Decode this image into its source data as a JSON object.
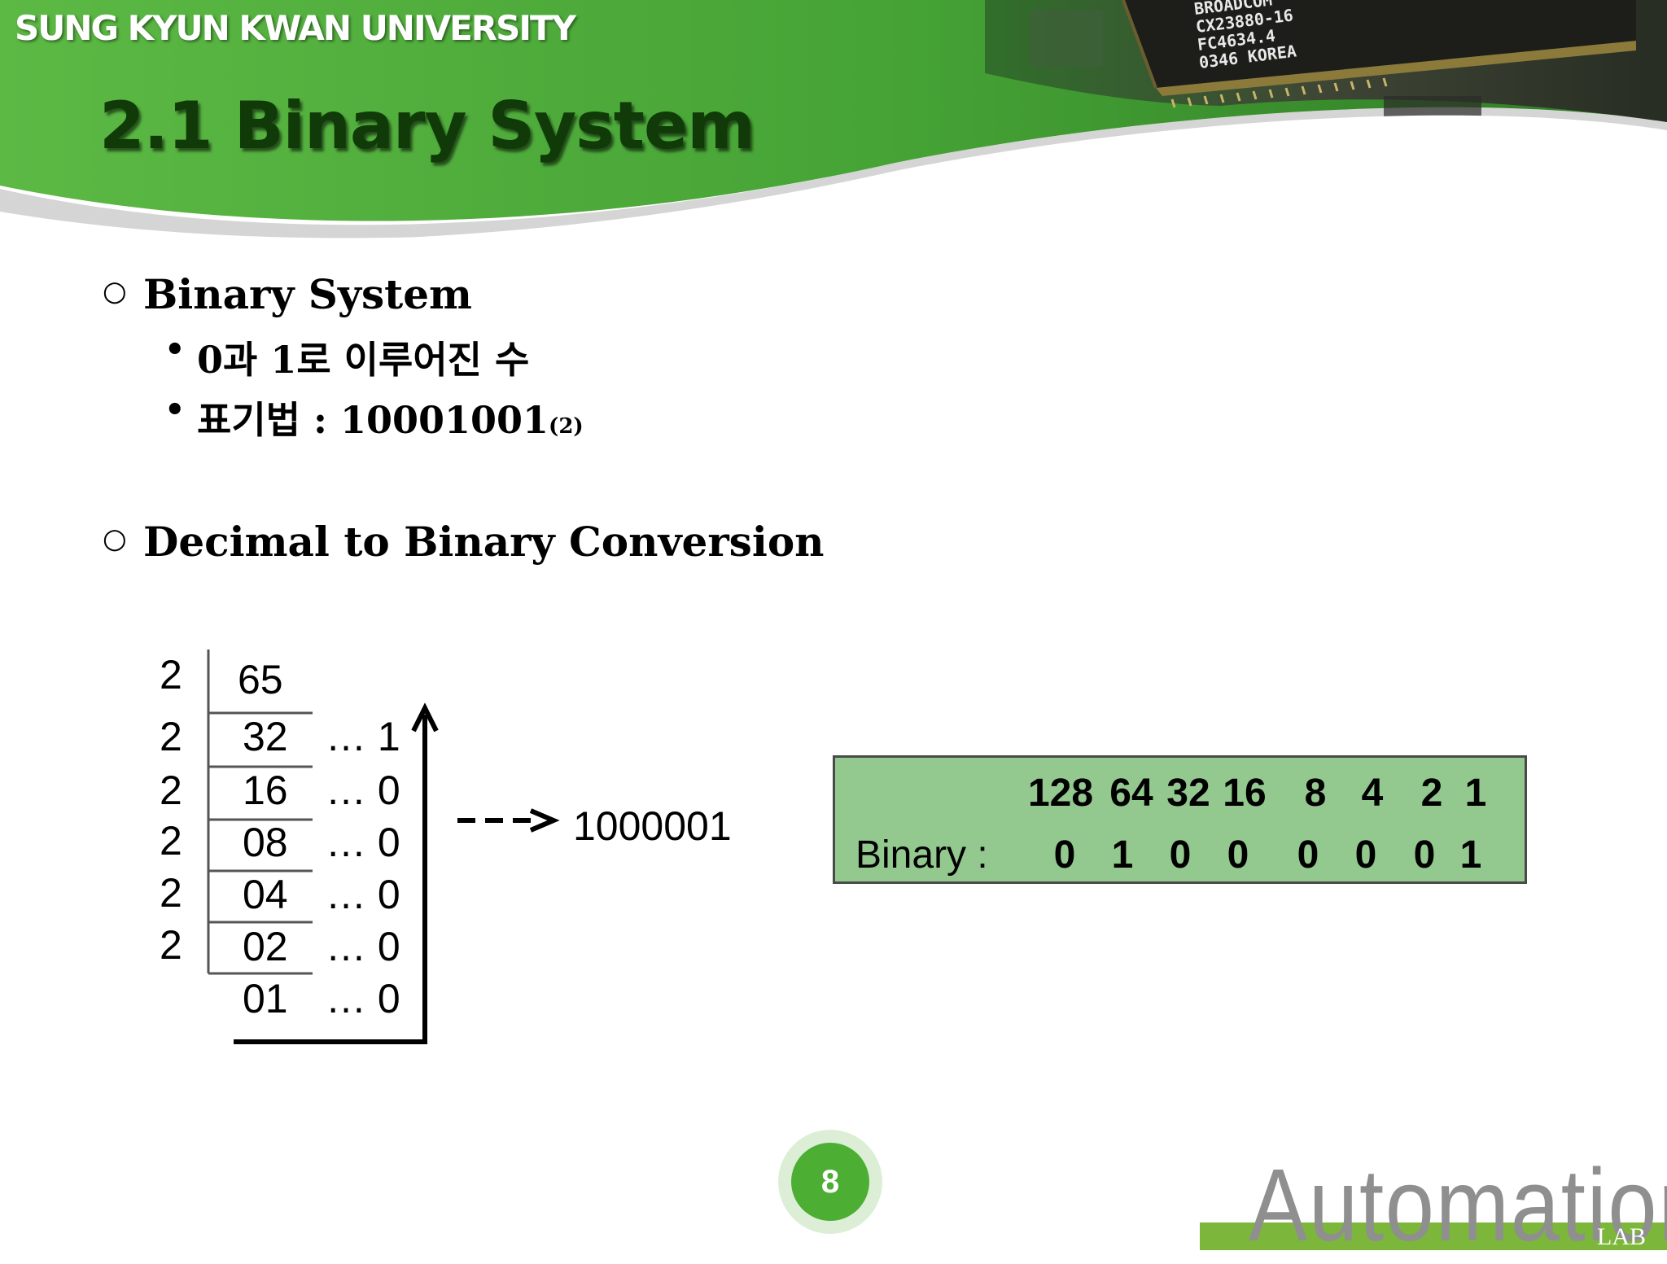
{
  "header": {
    "university": "SUNG KYUN KWAN UNIVERSITY",
    "title": "2.1 Binary System",
    "chip_text": [
      "BROADCOM",
      "CX23880-16",
      "FC4634.4",
      "0346 KOREA"
    ]
  },
  "content": {
    "section1": {
      "heading": "Binary System",
      "items": [
        {
          "text": "0과 1로 이루어진 수"
        },
        {
          "text": "표기법 : 10001001",
          "subscript": "(2)"
        }
      ]
    },
    "section2": {
      "heading": "Decimal to Binary Conversion"
    }
  },
  "division": {
    "divisors": [
      "2",
      "2",
      "2",
      "2",
      "2",
      "2"
    ],
    "quotients": [
      "65",
      "32",
      "16",
      "08",
      "04",
      "02",
      "01"
    ],
    "remainders": [
      "… 1",
      "… 0",
      "… 0",
      "… 0",
      "… 0",
      "… 0"
    ],
    "result": "1000001"
  },
  "place_value_table": {
    "headers": [
      "128",
      "64",
      "32",
      "16",
      "8",
      "4",
      "2",
      "1"
    ],
    "row_label": "Binary :",
    "bits": [
      "0",
      "1",
      "0",
      "0",
      "0",
      "0",
      "0",
      "1"
    ]
  },
  "footer": {
    "page_number": "8",
    "logo_word": "Automation",
    "logo_lab": "LAB"
  },
  "colors": {
    "header_green": "#5bb842",
    "title_dark_green": "#103a07",
    "table_green": "#93c98f",
    "badge_green": "#4caf34"
  }
}
